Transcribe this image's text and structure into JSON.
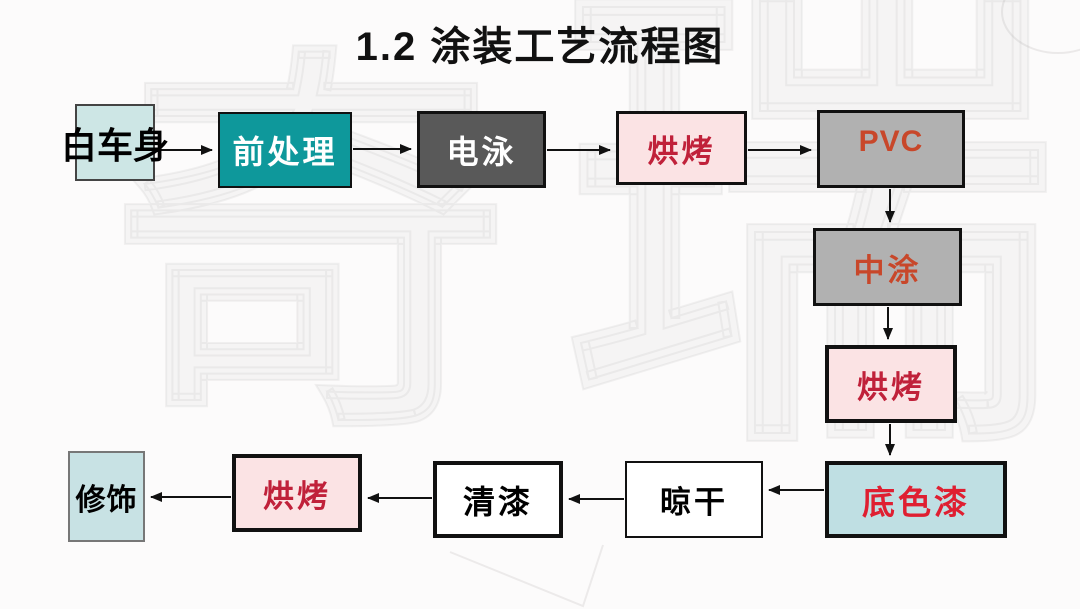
{
  "title": "1.2 涂装工艺流程图",
  "watermark": {
    "char_1": "奇",
    "char_2": "瑞"
  },
  "flow": {
    "nodes": [
      {
        "id": "body-in-white",
        "label": "白车身",
        "fill": "#cde6e5",
        "text_color": "#000000",
        "border_color": "#444444",
        "border_width": 2
      },
      {
        "id": "pretreatment",
        "label": "前处理",
        "fill": "#0e989b",
        "text_color": "#ffffff",
        "border_color": "#111111",
        "border_width": 2
      },
      {
        "id": "electrophoresis",
        "label": "电泳",
        "fill": "#595959",
        "text_color": "#ffffff",
        "border_color": "#111111",
        "border_width": 3
      },
      {
        "id": "baking-1",
        "label": "烘烤",
        "fill": "#fbe3e4",
        "text_color": "#c0213a",
        "border_color": "#111111",
        "border_width": 3
      },
      {
        "id": "pvc",
        "label": "PVC",
        "fill": "#b1b1b1",
        "text_color": "#c8472a",
        "border_color": "#111111",
        "border_width": 3
      },
      {
        "id": "mid-coat",
        "label": "中涂",
        "fill": "#b1b1b1",
        "text_color": "#c8472a",
        "border_color": "#111111",
        "border_width": 3
      },
      {
        "id": "baking-2",
        "label": "烘烤",
        "fill": "#fbe3e4",
        "text_color": "#c0213a",
        "border_color": "#111111",
        "border_width": 4
      },
      {
        "id": "base-coat",
        "label": "底色漆",
        "fill": "#bfdfe3",
        "text_color": "#df1f31",
        "border_color": "#111111",
        "border_width": 4
      },
      {
        "id": "air-dry",
        "label": "晾干",
        "fill": "#ffffff",
        "text_color": "#000000",
        "border_color": "#111111",
        "border_width": 2
      },
      {
        "id": "clear-coat",
        "label": "清漆",
        "fill": "#ffffff",
        "text_color": "#000000",
        "border_color": "#111111",
        "border_width": 4
      },
      {
        "id": "baking-3",
        "label": "烘烤",
        "fill": "#fbe3e4",
        "text_color": "#c0213a",
        "border_color": "#111111",
        "border_width": 4
      },
      {
        "id": "finishing",
        "label": "修饰",
        "fill": "#c8e2e4",
        "text_color": "#000000",
        "border_color": "#777777",
        "border_width": 2
      }
    ],
    "edges": [
      {
        "from": "body-in-white",
        "to": "pretreatment"
      },
      {
        "from": "pretreatment",
        "to": "electrophoresis"
      },
      {
        "from": "electrophoresis",
        "to": "baking-1"
      },
      {
        "from": "baking-1",
        "to": "pvc"
      },
      {
        "from": "pvc",
        "to": "mid-coat"
      },
      {
        "from": "mid-coat",
        "to": "baking-2"
      },
      {
        "from": "baking-2",
        "to": "base-coat"
      },
      {
        "from": "base-coat",
        "to": "air-dry"
      },
      {
        "from": "air-dry",
        "to": "clear-coat"
      },
      {
        "from": "clear-coat",
        "to": "baking-3"
      },
      {
        "from": "baking-3",
        "to": "finishing"
      }
    ]
  }
}
